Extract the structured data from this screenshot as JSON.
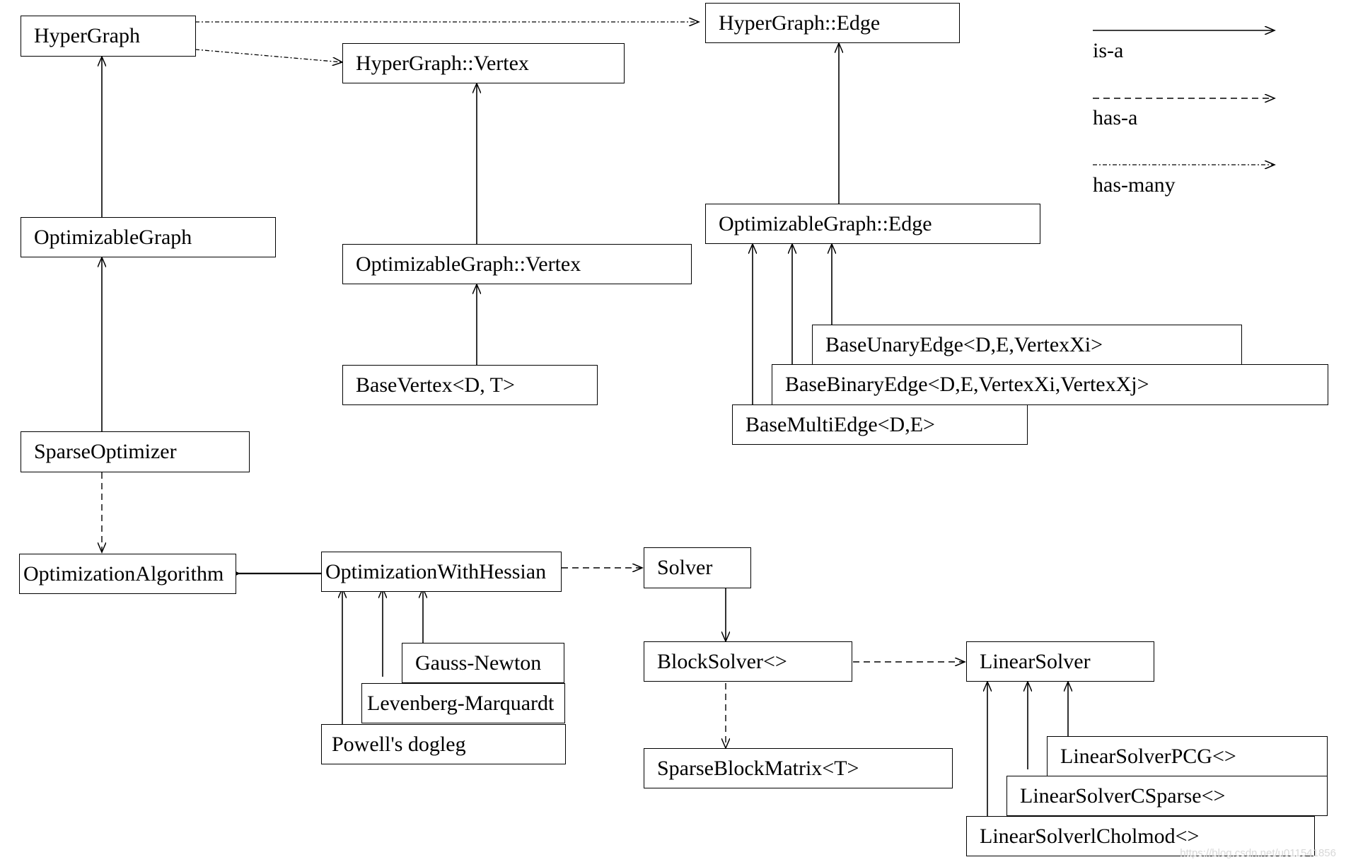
{
  "nodes": {
    "hypergraph": "HyperGraph",
    "hg_vertex": "HyperGraph::Vertex",
    "hg_edge": "HyperGraph::Edge",
    "optimizable_graph": "OptimizableGraph",
    "og_vertex": "OptimizableGraph::Vertex",
    "og_edge": "OptimizableGraph::Edge",
    "base_vertex": "BaseVertex<D, T>",
    "base_unary_edge": "BaseUnaryEdge<D,E,VertexXi>",
    "base_binary_edge": "BaseBinaryEdge<D,E,VertexXi,VertexXj>",
    "base_multi_edge": "BaseMultiEdge<D,E>",
    "sparse_optimizer": "SparseOptimizer",
    "optimization_algorithm": "OptimizationAlgorithm",
    "optimization_with_hessian": "OptimizationWithHessian",
    "gauss_newton": "Gauss-Newton",
    "levenberg_marquardt": "Levenberg-Marquardt",
    "powells_dogleg": "Powell's dogleg",
    "solver": "Solver",
    "block_solver": "BlockSolver<>",
    "sparse_block_matrix": "SparseBlockMatrix<T>",
    "linear_solver": "LinearSolver",
    "linear_solver_pcg": "LinearSolverPCG<>",
    "linear_solver_csparse": "LinearSolverCSparse<>",
    "linear_solver_cholmod": "LinearSolverlCholmod<>"
  },
  "legend": {
    "is_a": "is-a",
    "has_a": "has-a",
    "has_many": "has-many"
  },
  "watermark": "https://blog.csdn.net/u011541856",
  "colors": {
    "line": "#000000",
    "background": "#ffffff",
    "watermark": "#d8d8d8"
  }
}
